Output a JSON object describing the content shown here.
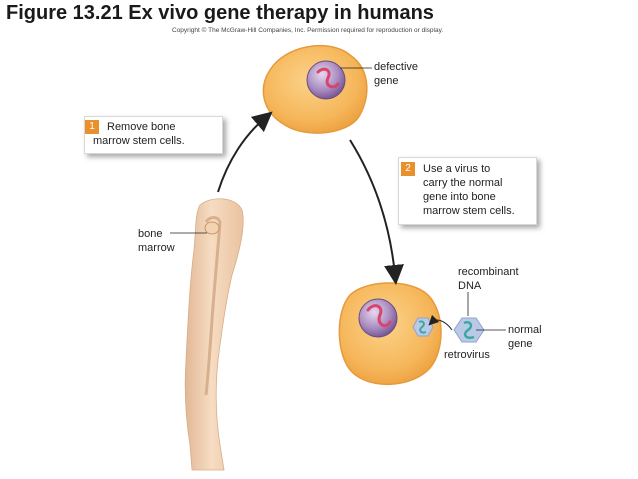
{
  "header": {
    "title": "Figure 13.21 Ex vivo gene therapy in humans",
    "copyright": "Copyright © The McGraw-Hill Companies, Inc. Permission required for reproduction or display."
  },
  "steps": [
    {
      "number": "1",
      "lines": [
        "Remove bone",
        "marrow stem cells."
      ]
    },
    {
      "number": "2",
      "lines": [
        "Use a virus to",
        "carry the normal",
        "gene into bone",
        "marrow stem cells."
      ]
    }
  ],
  "labels": {
    "defective_gene": [
      "defective",
      "gene"
    ],
    "bone_marrow": [
      "bone",
      "marrow"
    ],
    "recombinant_dna": [
      "recombinant",
      "DNA"
    ],
    "normal_gene": [
      "normal",
      "gene"
    ],
    "retrovirus": "retrovirus"
  },
  "colors": {
    "cell_fill": "#f6b65a",
    "cell_edge": "#e79a3a",
    "nucleus": "#8d6aa8",
    "gene_strand": "#d9446c",
    "virus": "#b9c9e6",
    "normal_gene_strand": "#3aa8a0",
    "step_badge": "#e8902c",
    "arm": "#f2d0b0"
  }
}
